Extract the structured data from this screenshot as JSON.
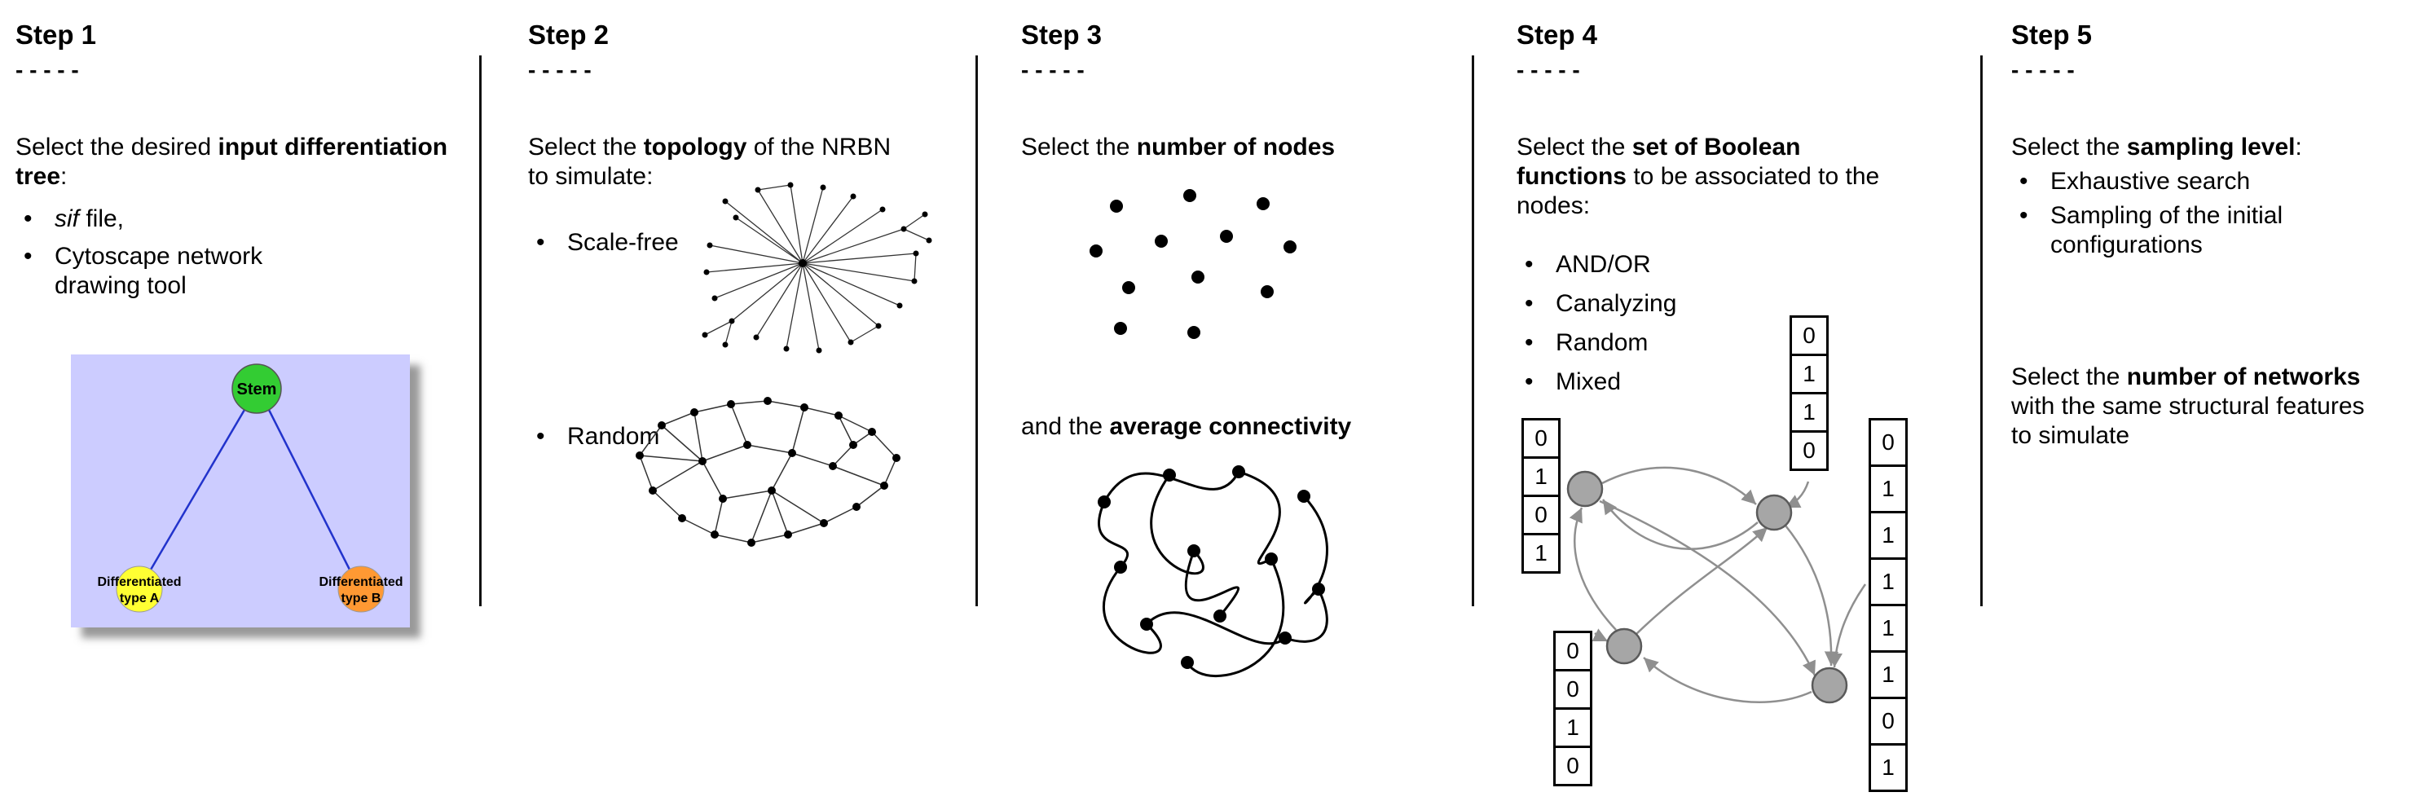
{
  "bullet": "•",
  "colors": {
    "panel_background": "#ccccff",
    "stem_green": "#33cc33",
    "type_a_yellow": "#ffff33",
    "type_b_orange": "#ff9933",
    "tree_edge_blue": "#2233cc",
    "node_gray": "#a6a6a6",
    "arrow_gray": "#8f8f8f"
  },
  "step1": {
    "title": "Step 1",
    "dashes": "- - - - -",
    "intro": [
      "Select the desired ",
      "input differentiation tree",
      ":"
    ],
    "bullet_sif": [
      "sif",
      " file,"
    ],
    "bullet_cytoscape": "Cytoscape network drawing tool",
    "tree": {
      "stem": "Stem",
      "type_a": [
        "Differentiated",
        "type A"
      ],
      "type_b": [
        "Differentiated",
        "type B"
      ]
    }
  },
  "step2": {
    "title": "Step 2",
    "dashes": "- - - - -",
    "intro": [
      "Select the ",
      "topology",
      " of the NRBN to simulate:"
    ],
    "bullets": [
      "Scale-free",
      "Random"
    ]
  },
  "step3": {
    "title": "Step 3",
    "dashes": "- - - - -",
    "line1": [
      "Select the ",
      "number of nodes"
    ],
    "line2": [
      "and the ",
      "average connectivity"
    ]
  },
  "step4": {
    "title": "Step 4",
    "dashes": "- - - - -",
    "intro": [
      "Select the ",
      "set of Boolean functions",
      " to be associated to the nodes:"
    ],
    "bullets": [
      "AND/OR",
      "Canalyzing",
      "Random",
      "Mixed"
    ],
    "tables": {
      "top": [
        "0",
        "1",
        "1",
        "0"
      ],
      "left": [
        "0",
        "1",
        "0",
        "1"
      ],
      "bottom": [
        "0",
        "0",
        "1",
        "0"
      ],
      "right": [
        "0",
        "1",
        "1",
        "1",
        "1",
        "1",
        "0",
        "1"
      ]
    }
  },
  "step5": {
    "title": "Step 5",
    "dashes": "- - - - -",
    "intro": [
      "Select the ",
      "sampling level",
      ":"
    ],
    "bullets": [
      "Exhaustive search",
      "Sampling of the initial configurations"
    ],
    "para2": [
      "Select the ",
      "number of networks",
      " with the same structural features to simulate"
    ]
  }
}
